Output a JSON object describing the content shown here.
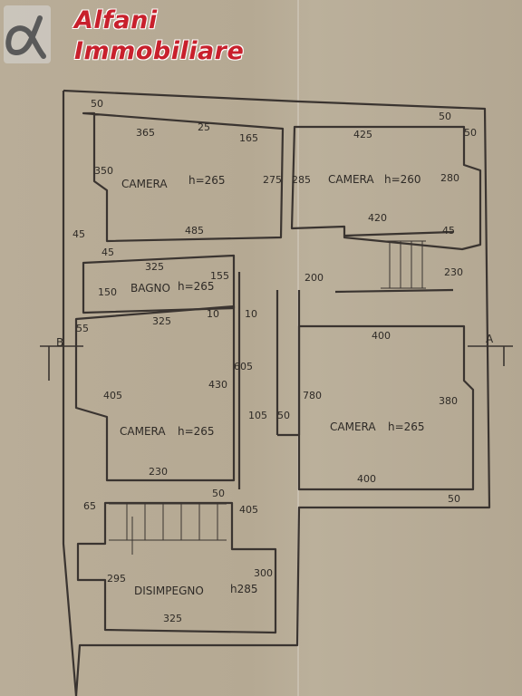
{
  "brand": {
    "line1": "Alfani",
    "line2": "Immobiliare",
    "logo_icon": "alpha-logo-icon"
  },
  "colors": {
    "brand_red": "#c8202c",
    "ink": "#2e2a26",
    "paper": "#b7ab96"
  },
  "rooms": [
    {
      "id": "camera1",
      "name": "CAMERA",
      "height": "h=265"
    },
    {
      "id": "camera2",
      "name": "CAMERA",
      "height": "h=260"
    },
    {
      "id": "bagno",
      "name": "BAGNO",
      "height": "h=265"
    },
    {
      "id": "camera3",
      "name": "CAMERA",
      "height": "h=265"
    },
    {
      "id": "camera4",
      "name": "CAMERA",
      "height": "h=265"
    },
    {
      "id": "disimpegno",
      "name": "DISIMPEGNO",
      "height": "h285"
    }
  ],
  "section_marks": {
    "left": "B",
    "right": "A"
  },
  "dimensions": {
    "d50_tl": "50",
    "d365": "365",
    "d25": "25",
    "d165": "165",
    "d350": "350",
    "d275": "275",
    "d485": "485",
    "d45_l": "45",
    "d45_b": "45",
    "d50_tr": "50",
    "d425": "425",
    "d50_r": "50",
    "d285": "285",
    "d280": "280",
    "d420": "420",
    "d45_r": "45",
    "d325_bagno": "325",
    "d155": "155",
    "d150": "150",
    "d200": "200",
    "d230_r": "230",
    "d55": "55",
    "d325_c3": "325",
    "d10a": "10",
    "d10b": "10",
    "d605": "605",
    "d405": "405",
    "d430": "430",
    "d105": "105",
    "d50_mid": "50",
    "d230_c3": "230",
    "d50_c3": "50",
    "d400_top": "400",
    "d780": "780",
    "d380": "380",
    "d400_bot": "400",
    "d50_br": "50",
    "d65": "65",
    "d405_stair": "405",
    "d295": "295",
    "d300": "300",
    "d325_dis": "325"
  }
}
